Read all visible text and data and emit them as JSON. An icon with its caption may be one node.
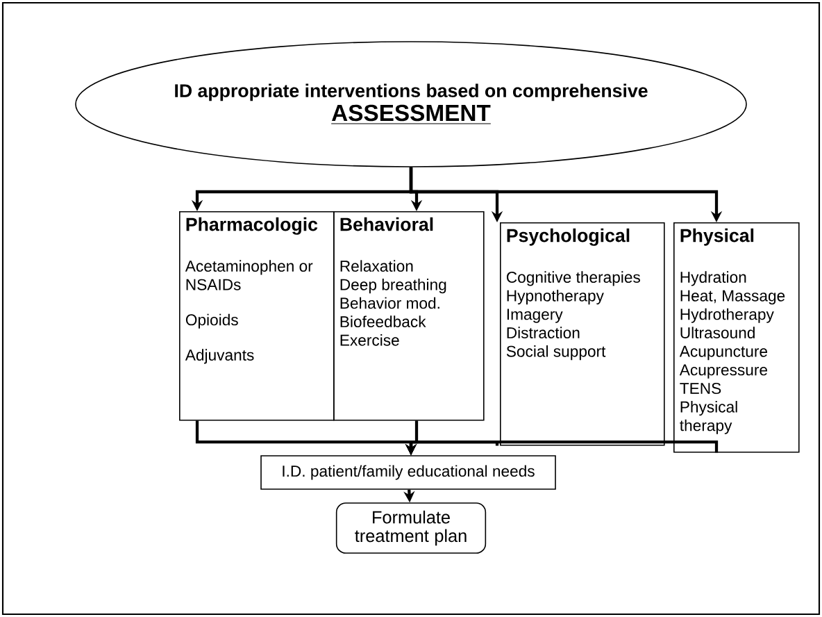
{
  "diagram": {
    "nodes": [
      {
        "text": [
          "ID appropriate interventions based on comprehensive",
          "ASSESSMENT"
        ]
      },
      {
        "text": [
          "Pharmacologic",
          "Acetaminophen or NSAIDs",
          "Opioids",
          "Adjuvants"
        ]
      },
      {
        "text": [
          "Behavioral",
          "Relaxation",
          "Deep breathing",
          "Behavior mod.",
          "Biofeedback",
          "Exercise"
        ]
      },
      {
        "text": [
          "Psychological",
          "Cognitive therapies",
          "Hypnotherapy",
          "Imagery",
          "Distraction",
          "Social support"
        ]
      },
      {
        "text": [
          "Physical",
          "Hydration",
          "Heat, Massage",
          "Hydrotherapy",
          "Ultrasound",
          "Acupuncture",
          "Acupressure",
          "TENS",
          "Physical therapy"
        ]
      },
      {
        "text": [
          "I.D. patient/family educational needs"
        ]
      },
      {
        "text": [
          "Formulate treatment plan"
        ]
      }
    ],
    "edges": [
      {
        "from": 0,
        "to": 1,
        "arrow": "to"
      },
      {
        "from": 0,
        "to": 2,
        "arrow": "to"
      },
      {
        "from": 0,
        "to": 3,
        "arrow": "to"
      },
      {
        "from": 0,
        "to": 4,
        "arrow": "to"
      },
      {
        "from": 1,
        "to": 5,
        "arrow": "to"
      },
      {
        "from": 2,
        "to": 5,
        "arrow": "to"
      },
      {
        "from": 3,
        "to": 5,
        "arrow": "to"
      },
      {
        "from": 4,
        "to": 5,
        "arrow": "to"
      },
      {
        "from": 5,
        "to": 6,
        "arrow": "to"
      }
    ]
  }
}
